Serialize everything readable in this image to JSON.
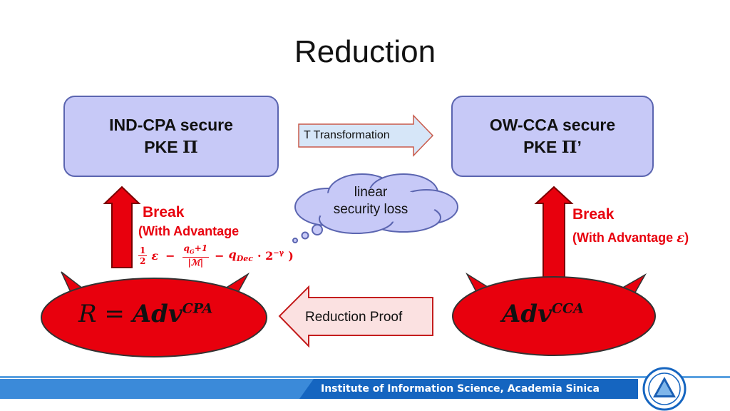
{
  "title": "Reduction",
  "boxes": {
    "left": {
      "line1": "IND-CPA secure",
      "line2_prefix": "PKE ",
      "line2_symbol": "Π",
      "line2_suffix": ""
    },
    "right": {
      "line1": "OW-CCA secure",
      "line2_prefix": "PKE ",
      "line2_symbol": "Π",
      "line2_suffix": "’"
    }
  },
  "arrows": {
    "transformation_label": "T Transformation",
    "reduction_proof_label": "Reduction Proof"
  },
  "cloud": {
    "line1": "linear",
    "line2": "security loss"
  },
  "left_break": {
    "break": "Break",
    "advantage_open": "(With Advantage",
    "formula": {
      "half_num": "1",
      "half_den": "2",
      "epsilon": "ε",
      "minus1": "−",
      "frac_num": "q_G+1",
      "frac_den": "|ℳ|",
      "minus2": "−",
      "qdec": "q_Dec",
      "dot_pow": "· 2^{−γ}",
      "close": ")"
    }
  },
  "right_break": {
    "break": "Break",
    "advantage": "(With Advantage ",
    "epsilon": "ε",
    "close": ")"
  },
  "ellipses": {
    "left": {
      "lhs": "R",
      "eq": " = ",
      "base": "Adv",
      "sup": "CPA"
    },
    "right": {
      "base": "Adv",
      "sup": "CCA"
    }
  },
  "footer": {
    "institute": "Institute of Information Science, Academia Sinica"
  },
  "colors": {
    "box_fill": "#c7c9f7",
    "box_border": "#5b65b0",
    "red": "#e8000d",
    "footer_blue": "#1565c0"
  }
}
